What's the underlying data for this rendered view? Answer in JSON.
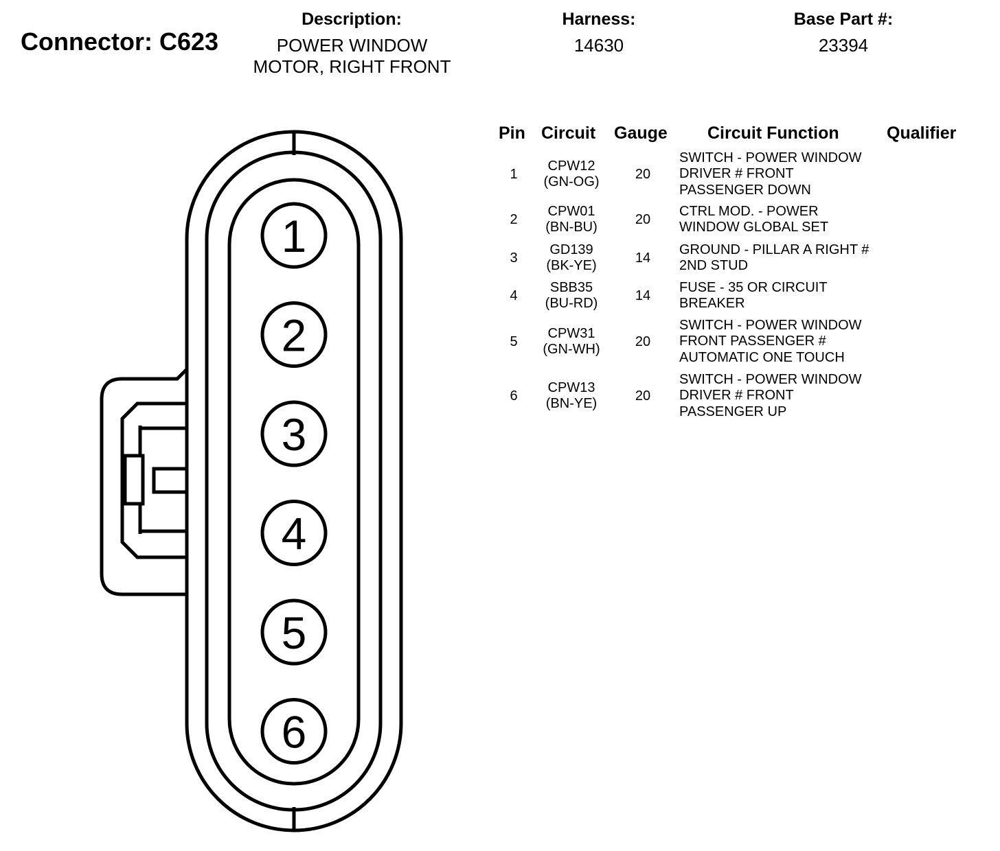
{
  "connector": {
    "title": "Connector: C623"
  },
  "header": {
    "description_label": "Description:",
    "description_value": "POWER WINDOW\nMOTOR, RIGHT FRONT",
    "harness_label": "Harness:",
    "harness_value": "14630",
    "base_part_label": "Base Part #:",
    "base_part_value": "23394"
  },
  "table": {
    "headers": {
      "pin": "Pin",
      "circuit": "Circuit",
      "gauge": "Gauge",
      "function": "Circuit Function",
      "qualifier": "Qualifier"
    },
    "rows": [
      {
        "pin": "1",
        "circuit": "CPW12",
        "color": "(GN-OG)",
        "gauge": "20",
        "function": "SWITCH - POWER WINDOW\nDRIVER # FRONT\nPASSENGER DOWN",
        "qualifier": ""
      },
      {
        "pin": "2",
        "circuit": "CPW01",
        "color": "(BN-BU)",
        "gauge": "20",
        "function": "CTRL MOD. - POWER\nWINDOW GLOBAL SET",
        "qualifier": ""
      },
      {
        "pin": "3",
        "circuit": "GD139",
        "color": "(BK-YE)",
        "gauge": "14",
        "function": "GROUND - PILLAR A RIGHT #\n2ND STUD",
        "qualifier": ""
      },
      {
        "pin": "4",
        "circuit": "SBB35",
        "color": "(BU-RD)",
        "gauge": "14",
        "function": "FUSE - 35 OR CIRCUIT\nBREAKER",
        "qualifier": ""
      },
      {
        "pin": "5",
        "circuit": "CPW31",
        "color": "(GN-WH)",
        "gauge": "20",
        "function": "SWITCH - POWER WINDOW\nFRONT PASSENGER #\nAUTOMATIC ONE TOUCH",
        "qualifier": ""
      },
      {
        "pin": "6",
        "circuit": "CPW13",
        "color": "(BN-YE)",
        "gauge": "20",
        "function": "SWITCH - POWER WINDOW\nDRIVER # FRONT\nPASSENGER UP",
        "qualifier": ""
      }
    ]
  },
  "diagram": {
    "cavities": [
      "1",
      "2",
      "3",
      "4",
      "5",
      "6"
    ]
  }
}
